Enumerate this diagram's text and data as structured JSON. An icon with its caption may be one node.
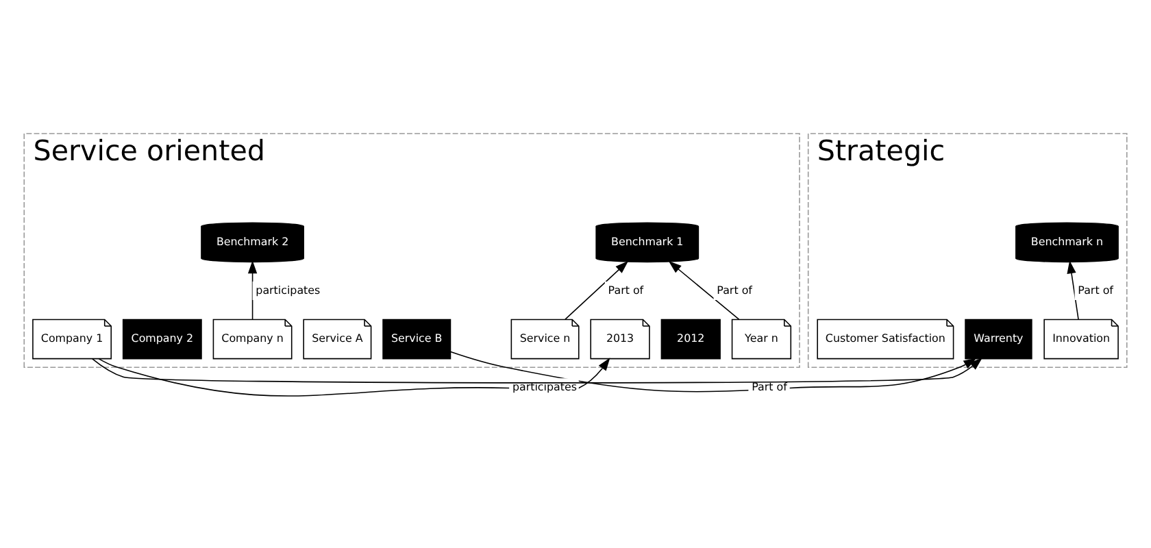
{
  "diagram": {
    "nodes": [
      {
        "text": [
          "Service oriented"
        ]
      },
      {
        "text": [
          "Strategic"
        ]
      },
      {
        "text": [
          "Benchmark 1"
        ],
        "in": 0
      },
      {
        "text": [
          "Benchmark 2"
        ],
        "in": 0
      },
      {
        "text": [
          "Benchmark n"
        ],
        "in": 1
      },
      {
        "text": [
          "Year n"
        ],
        "in": 0
      },
      {
        "text": [
          "2012"
        ],
        "in": 0
      },
      {
        "text": [
          "2013"
        ],
        "in": 0
      },
      {
        "text": [
          "Service n"
        ],
        "in": 0
      },
      {
        "text": [
          "Service B"
        ],
        "in": 0
      },
      {
        "text": [
          "Service A"
        ],
        "in": 0
      },
      {
        "text": [
          "Company n"
        ],
        "in": 0
      },
      {
        "text": [
          "Company 2"
        ],
        "in": 0
      },
      {
        "text": [
          "Company 1"
        ],
        "in": 0
      },
      {
        "text": [
          "Innovation"
        ],
        "in": 1
      },
      {
        "text": [
          "Warrenty"
        ],
        "in": 1
      },
      {
        "text": [
          "Customer Satisfaction"
        ],
        "in": 1
      }
    ],
    "edges": [
      {
        "from": 5,
        "to": 2,
        "arrow": "to",
        "label": "Part of"
      },
      {
        "from": 8,
        "to": 2,
        "arrow": "to",
        "label": "Part of"
      },
      {
        "from": 11,
        "to": 3,
        "arrow": "to",
        "label": "participates"
      },
      {
        "from": 14,
        "to": 4,
        "arrow": "to",
        "label": "Part of"
      },
      {
        "from": 13,
        "to": 15,
        "arrow": "to"
      },
      {
        "from": 13,
        "to": 7,
        "arrow": "to",
        "label": "participates"
      },
      {
        "from": 9,
        "to": 15,
        "arrow": "to",
        "label": "Part of"
      }
    ]
  }
}
